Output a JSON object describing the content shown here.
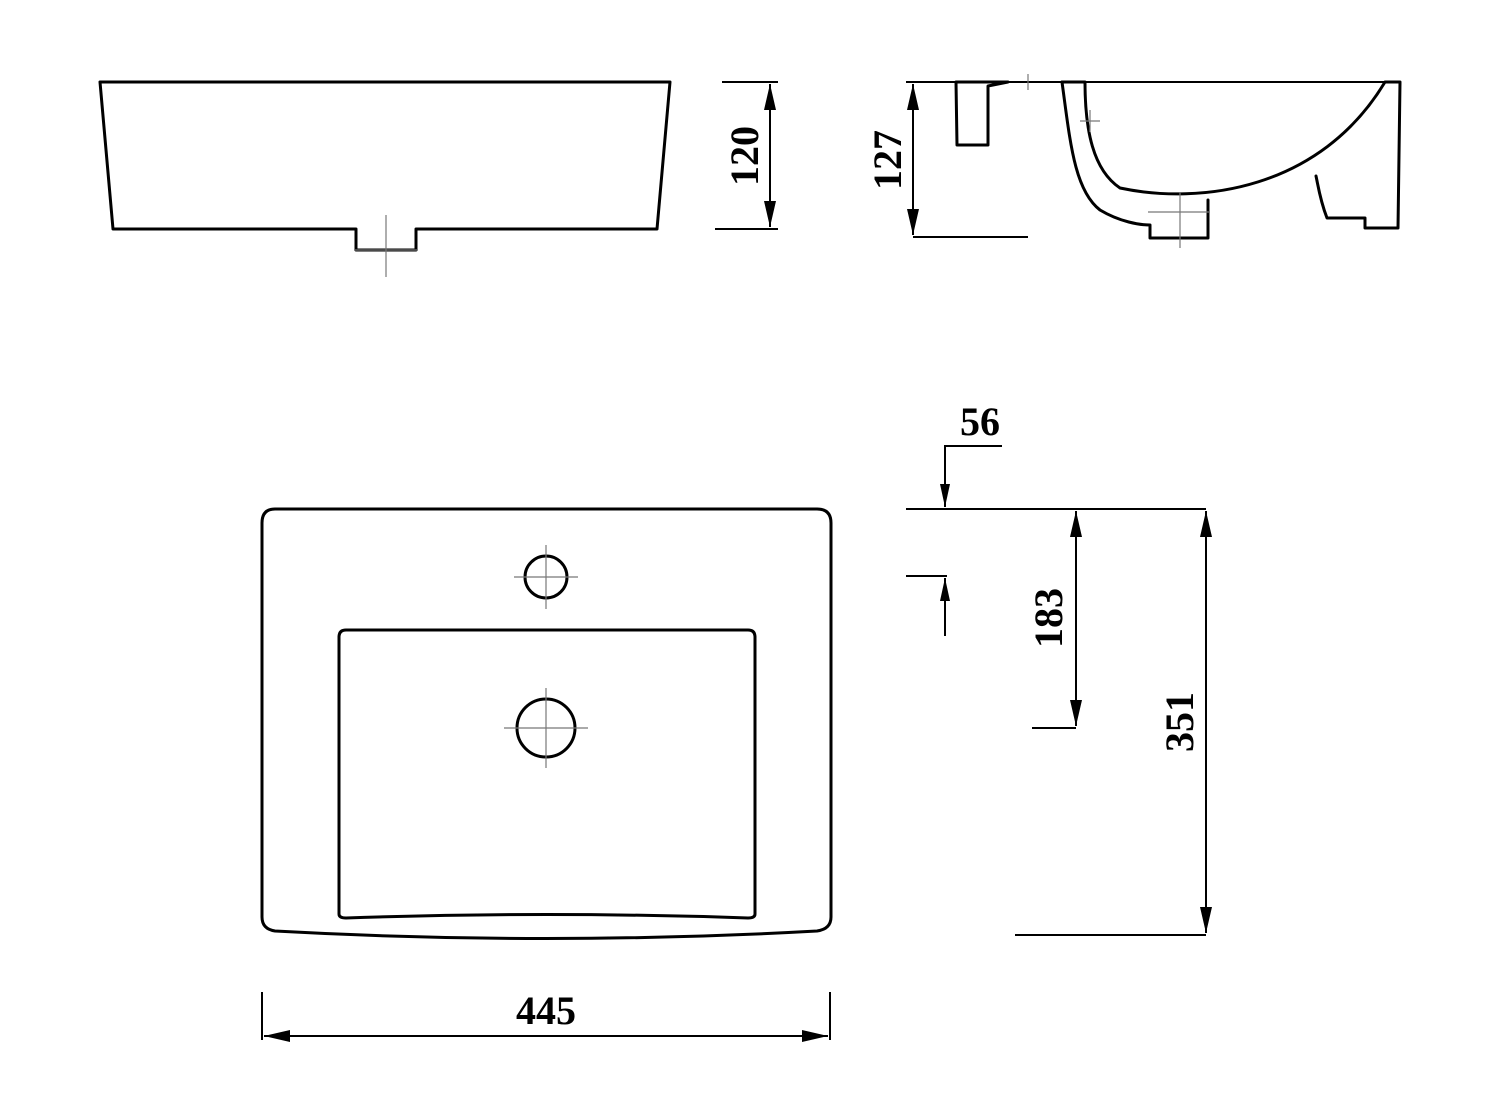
{
  "dimensions": {
    "front_height": "120",
    "side_height": "127",
    "tap_offset": "56",
    "bowl_depth": "183",
    "overall_depth": "351",
    "overall_width": "445"
  }
}
